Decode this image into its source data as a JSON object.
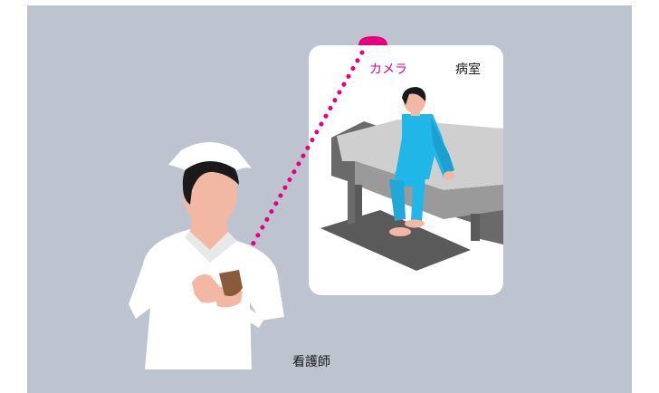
{
  "labels": {
    "camera": "カメラ",
    "room": "病室",
    "nurse": "看護師"
  },
  "colors": {
    "background": "#bec3d0",
    "room_panel": "#ffffff",
    "camera_accent": "#e5007f",
    "patient_clothes": "#20b6e8",
    "skin": "#f2b8a3",
    "hair": "#1a1a1a",
    "bed": "#666666",
    "bed_sheet": "#cfcfcf",
    "nurse_uniform": "#ffffff",
    "phone": "#8a5a3c"
  },
  "icons": {
    "camera": "camera-dot-icon",
    "link": "dotted-connection-line"
  }
}
